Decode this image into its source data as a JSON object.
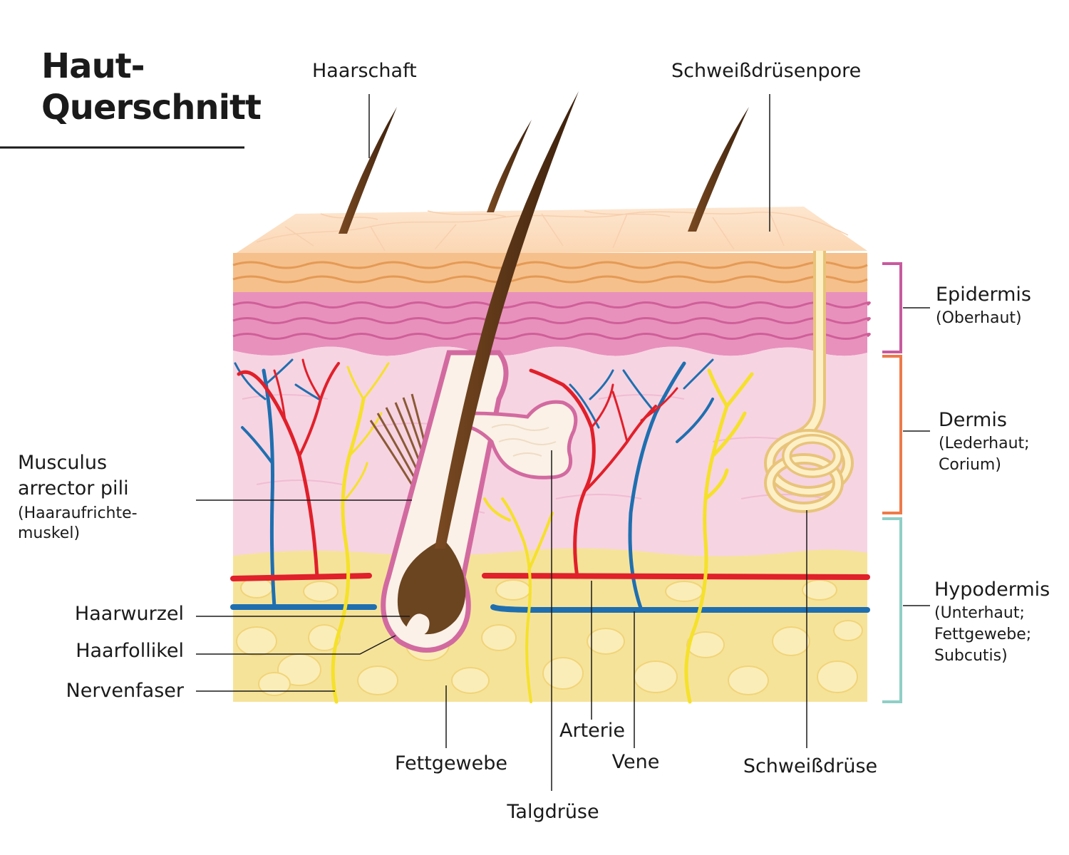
{
  "title": {
    "line1": "Haut-",
    "line2": "Querschnitt"
  },
  "labels": {
    "haarschaft": "Haarschaft",
    "schweissdruesenpore": "Schweißdrüsenpore",
    "musculus_line1": "Musculus",
    "musculus_line2": "arrector pili",
    "musculus_sub1": "(Haaraufrichte-",
    "musculus_sub2": "muskel)",
    "haarwurzel": "Haarwurzel",
    "haarfollikel": "Haarfollikel",
    "nervenfaser": "Nervenfaser",
    "fettgewebe": "Fettgewebe",
    "talgdruese": "Talgdrüse",
    "arterie": "Arterie",
    "vene": "Vene",
    "schweissdruese": "Schweißdrüse"
  },
  "layers": {
    "epidermis": {
      "name": "Epidermis",
      "sub1": "(Oberhaut)"
    },
    "dermis": {
      "name": "Dermis",
      "sub1": "(Lederhaut;",
      "sub2": "Corium)"
    },
    "hypodermis": {
      "name": "Hypodermis",
      "sub1": "(Unterhaut;",
      "sub2": "Fettgewebe;",
      "sub3": "Subcutis)"
    }
  },
  "colors": {
    "epidermis_bracket": "#c85a9e",
    "dermis_bracket": "#ee7a4a",
    "hypodermis_bracket": "#8fcfc6",
    "artery": "#e0202a",
    "vein": "#1f6fb0",
    "nerve": "#f5e12a",
    "hair": "#4a2a12"
  }
}
